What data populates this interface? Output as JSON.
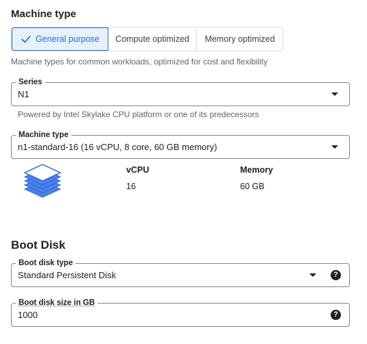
{
  "machine_type_section": {
    "title": "Machine type",
    "tabs": [
      {
        "label": "General purpose",
        "selected": true
      },
      {
        "label": "Compute optimized",
        "selected": false
      },
      {
        "label": "Memory optimized",
        "selected": false
      }
    ],
    "description": "Machine types for common workloads, optimized for cost and flexibility"
  },
  "series": {
    "label": "Series",
    "value": "N1",
    "hint": "Powered by Intel Skylake CPU platform or one of its predecessors"
  },
  "machine_type": {
    "label": "Machine type",
    "value": "n1-standard-16 (16 vCPU, 8 core, 60 GB memory)"
  },
  "specs": {
    "vcpu_label": "vCPU",
    "vcpu_value": "16",
    "memory_label": "Memory",
    "memory_value": "60 GB"
  },
  "boot_disk": {
    "title": "Boot Disk",
    "type_label": "Boot disk type",
    "type_value": "Standard Persistent Disk",
    "size_label": "Boot disk size in GB",
    "size_value": "1000"
  },
  "icons": {
    "check": "check-icon",
    "dropdown": "arrow-drop-down-icon",
    "help": "help-icon",
    "stack": "stack-layers-icon"
  },
  "colors": {
    "accent": "#1a73e8",
    "accent_bg": "#e8f0fe",
    "stack_fill": "#4a80e8",
    "stack_stroke": "#3367d6"
  }
}
